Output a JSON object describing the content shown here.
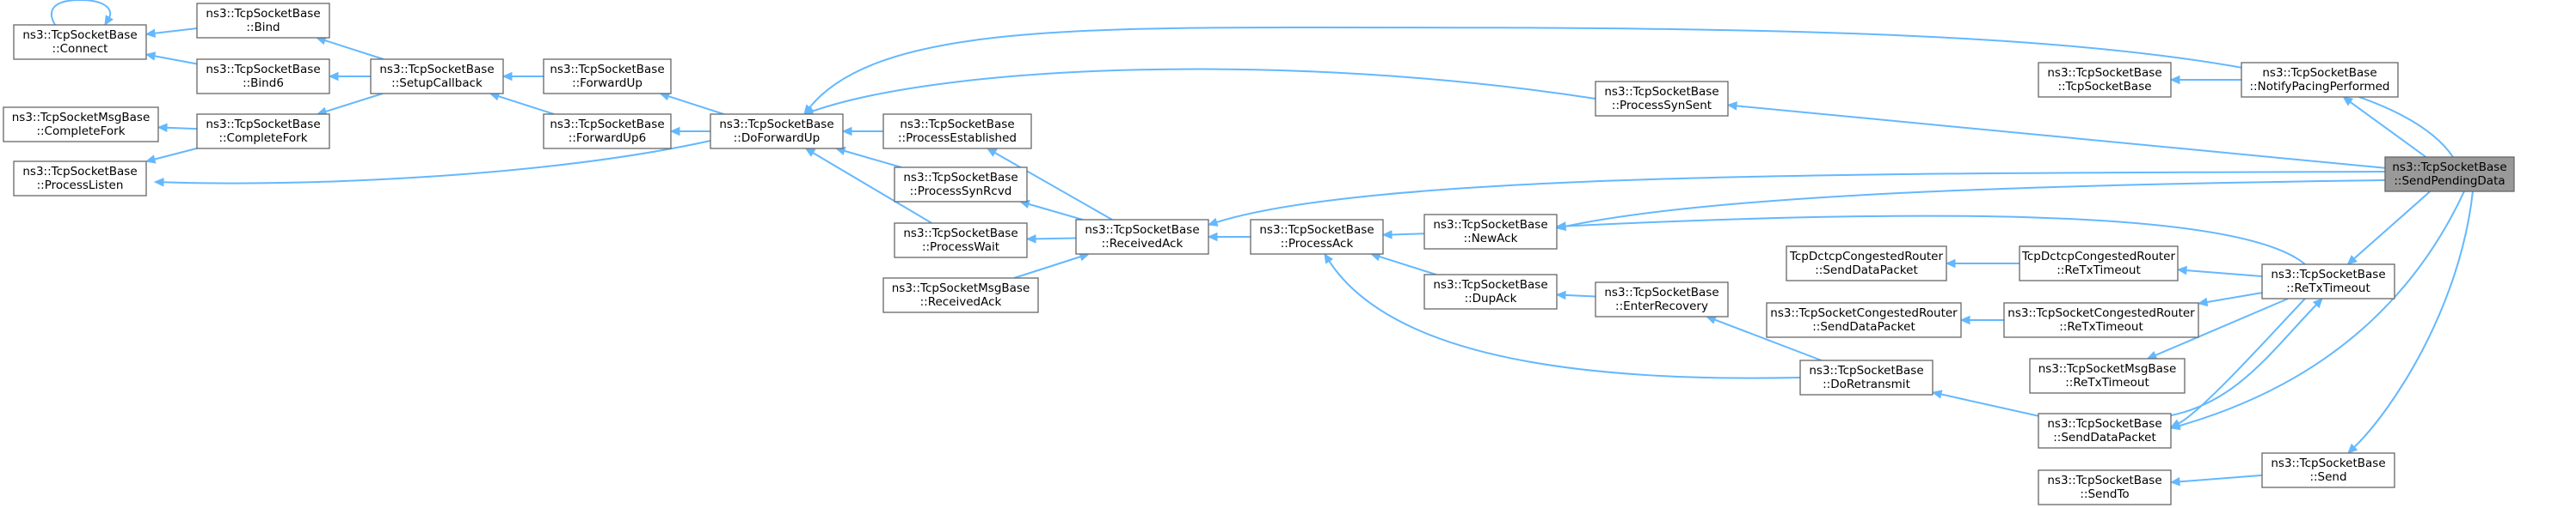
{
  "nodes": {
    "sendpending": [
      "ns3::TcpSocketBase",
      "::SendPendingData"
    ],
    "connect": [
      "ns3::TcpSocketBase",
      "::Connect"
    ],
    "bind": [
      "ns3::TcpSocketBase",
      "::Bind"
    ],
    "bind6": [
      "ns3::TcpSocketBase",
      "::Bind6"
    ],
    "msgcompletefork": [
      "ns3::TcpSocketMsgBase",
      "::CompleteFork"
    ],
    "completefork": [
      "ns3::TcpSocketBase",
      "::CompleteFork"
    ],
    "processlisten": [
      "ns3::TcpSocketBase",
      "::ProcessListen"
    ],
    "setupcallback": [
      "ns3::TcpSocketBase",
      "::SetupCallback"
    ],
    "forwardup": [
      "ns3::TcpSocketBase",
      "::ForwardUp"
    ],
    "forwardup6": [
      "ns3::TcpSocketBase",
      "::ForwardUp6"
    ],
    "doforwardup": [
      "ns3::TcpSocketBase",
      "::DoForwardUp"
    ],
    "processestablished": [
      "ns3::TcpSocketBase",
      "::ProcessEstablished"
    ],
    "processsynrcvd": [
      "ns3::TcpSocketBase",
      "::ProcessSynRcvd"
    ],
    "processwait": [
      "ns3::TcpSocketBase",
      "::ProcessWait"
    ],
    "msgreceivedack": [
      "ns3::TcpSocketMsgBase",
      "::ReceivedAck"
    ],
    "receivedack": [
      "ns3::TcpSocketBase",
      "::ReceivedAck"
    ],
    "processack": [
      "ns3::TcpSocketBase",
      "::ProcessAck"
    ],
    "newack": [
      "ns3::TcpSocketBase",
      "::NewAck"
    ],
    "dupack": [
      "ns3::TcpSocketBase",
      "::DupAck"
    ],
    "enterrecovery": [
      "ns3::TcpSocketBase",
      "::EnterRecovery"
    ],
    "doretransmit": [
      "ns3::TcpSocketBase",
      "::DoRetransmit"
    ],
    "processsynsent": [
      "ns3::TcpSocketBase",
      "::ProcessSynSent"
    ],
    "tcpsocketbase": [
      "ns3::TcpSocketBase",
      "::TcpSocketBase"
    ],
    "notifypacing": [
      "ns3::TcpSocketBase",
      "::NotifyPacingPerformed"
    ],
    "dctcpsend": [
      "TcpDctcpCongestedRouter",
      "::SendDataPacket"
    ],
    "dctcpretx": [
      "TcpDctcpCongestedRouter",
      "::ReTxTimeout"
    ],
    "congsend": [
      "ns3::TcpSocketCongestedRouter",
      "::SendDataPacket"
    ],
    "congretx": [
      "ns3::TcpSocketCongestedRouter",
      "::ReTxTimeout"
    ],
    "msgretx": [
      "ns3::TcpSocketMsgBase",
      "::ReTxTimeout"
    ],
    "senddatapacket": [
      "ns3::TcpSocketBase",
      "::SendDataPacket"
    ],
    "retxtimeout": [
      "ns3::TcpSocketBase",
      "::ReTxTimeout"
    ],
    "sendto": [
      "ns3::TcpSocketBase",
      "::SendTo"
    ],
    "send": [
      "ns3::TcpSocketBase",
      "::Send"
    ]
  },
  "colors": {
    "edge": "#63b8ff",
    "node_border": "#666666",
    "node_fill": "#ffffff",
    "highlight_fill": "#999999"
  }
}
